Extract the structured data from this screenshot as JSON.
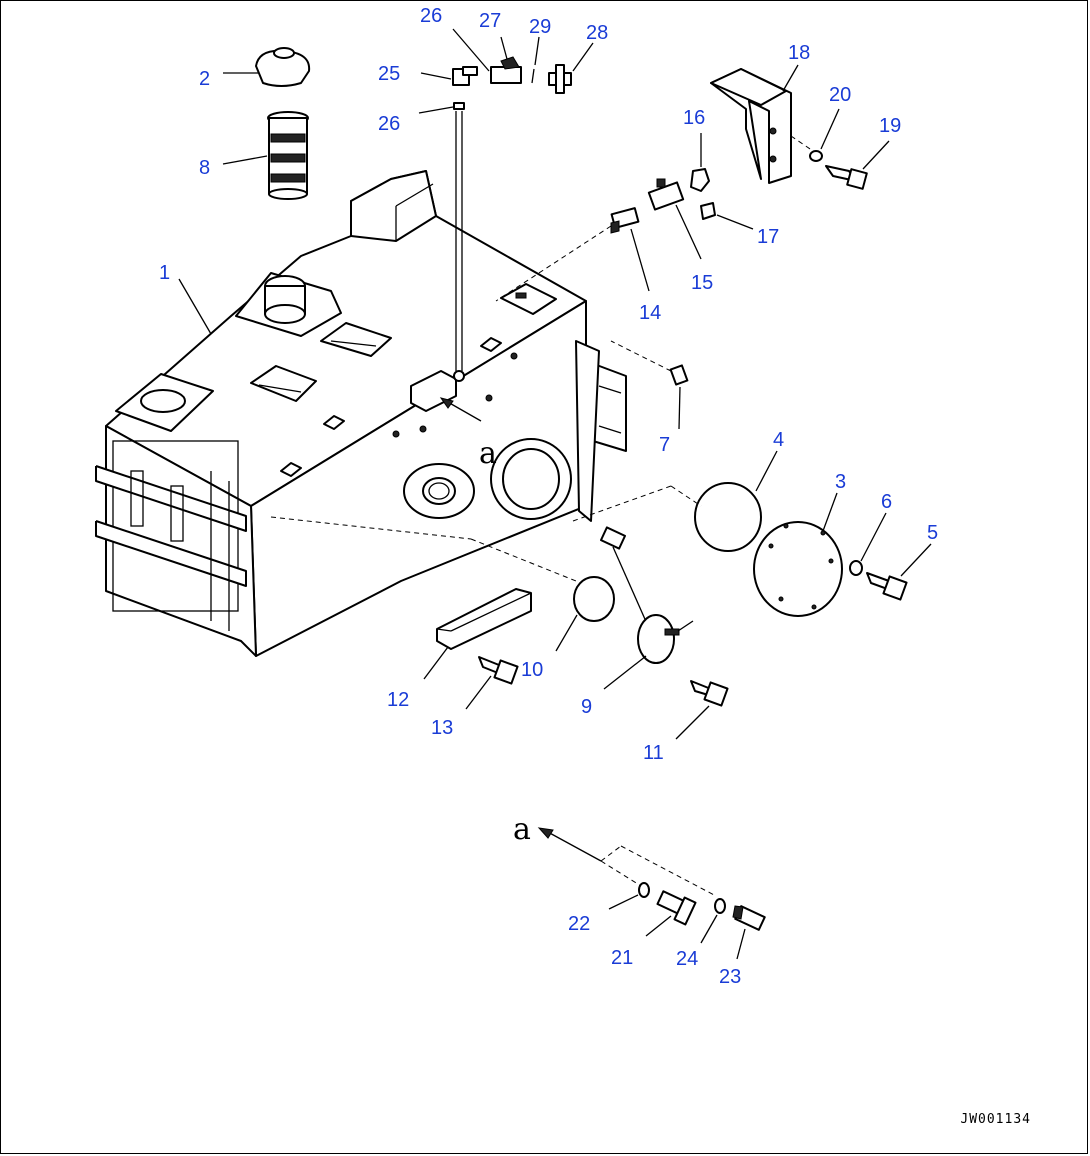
{
  "diagram": {
    "drawing_code": "JW001134",
    "view_marker": "a",
    "part_numbers": [
      "1",
      "2",
      "3",
      "4",
      "5",
      "6",
      "7",
      "8",
      "9",
      "10",
      "11",
      "12",
      "13",
      "14",
      "15",
      "16",
      "17",
      "18",
      "19",
      "20",
      "21",
      "22",
      "23",
      "24",
      "25",
      "26",
      "27",
      "28",
      "29"
    ],
    "callout_color": "#1a3cd6"
  }
}
